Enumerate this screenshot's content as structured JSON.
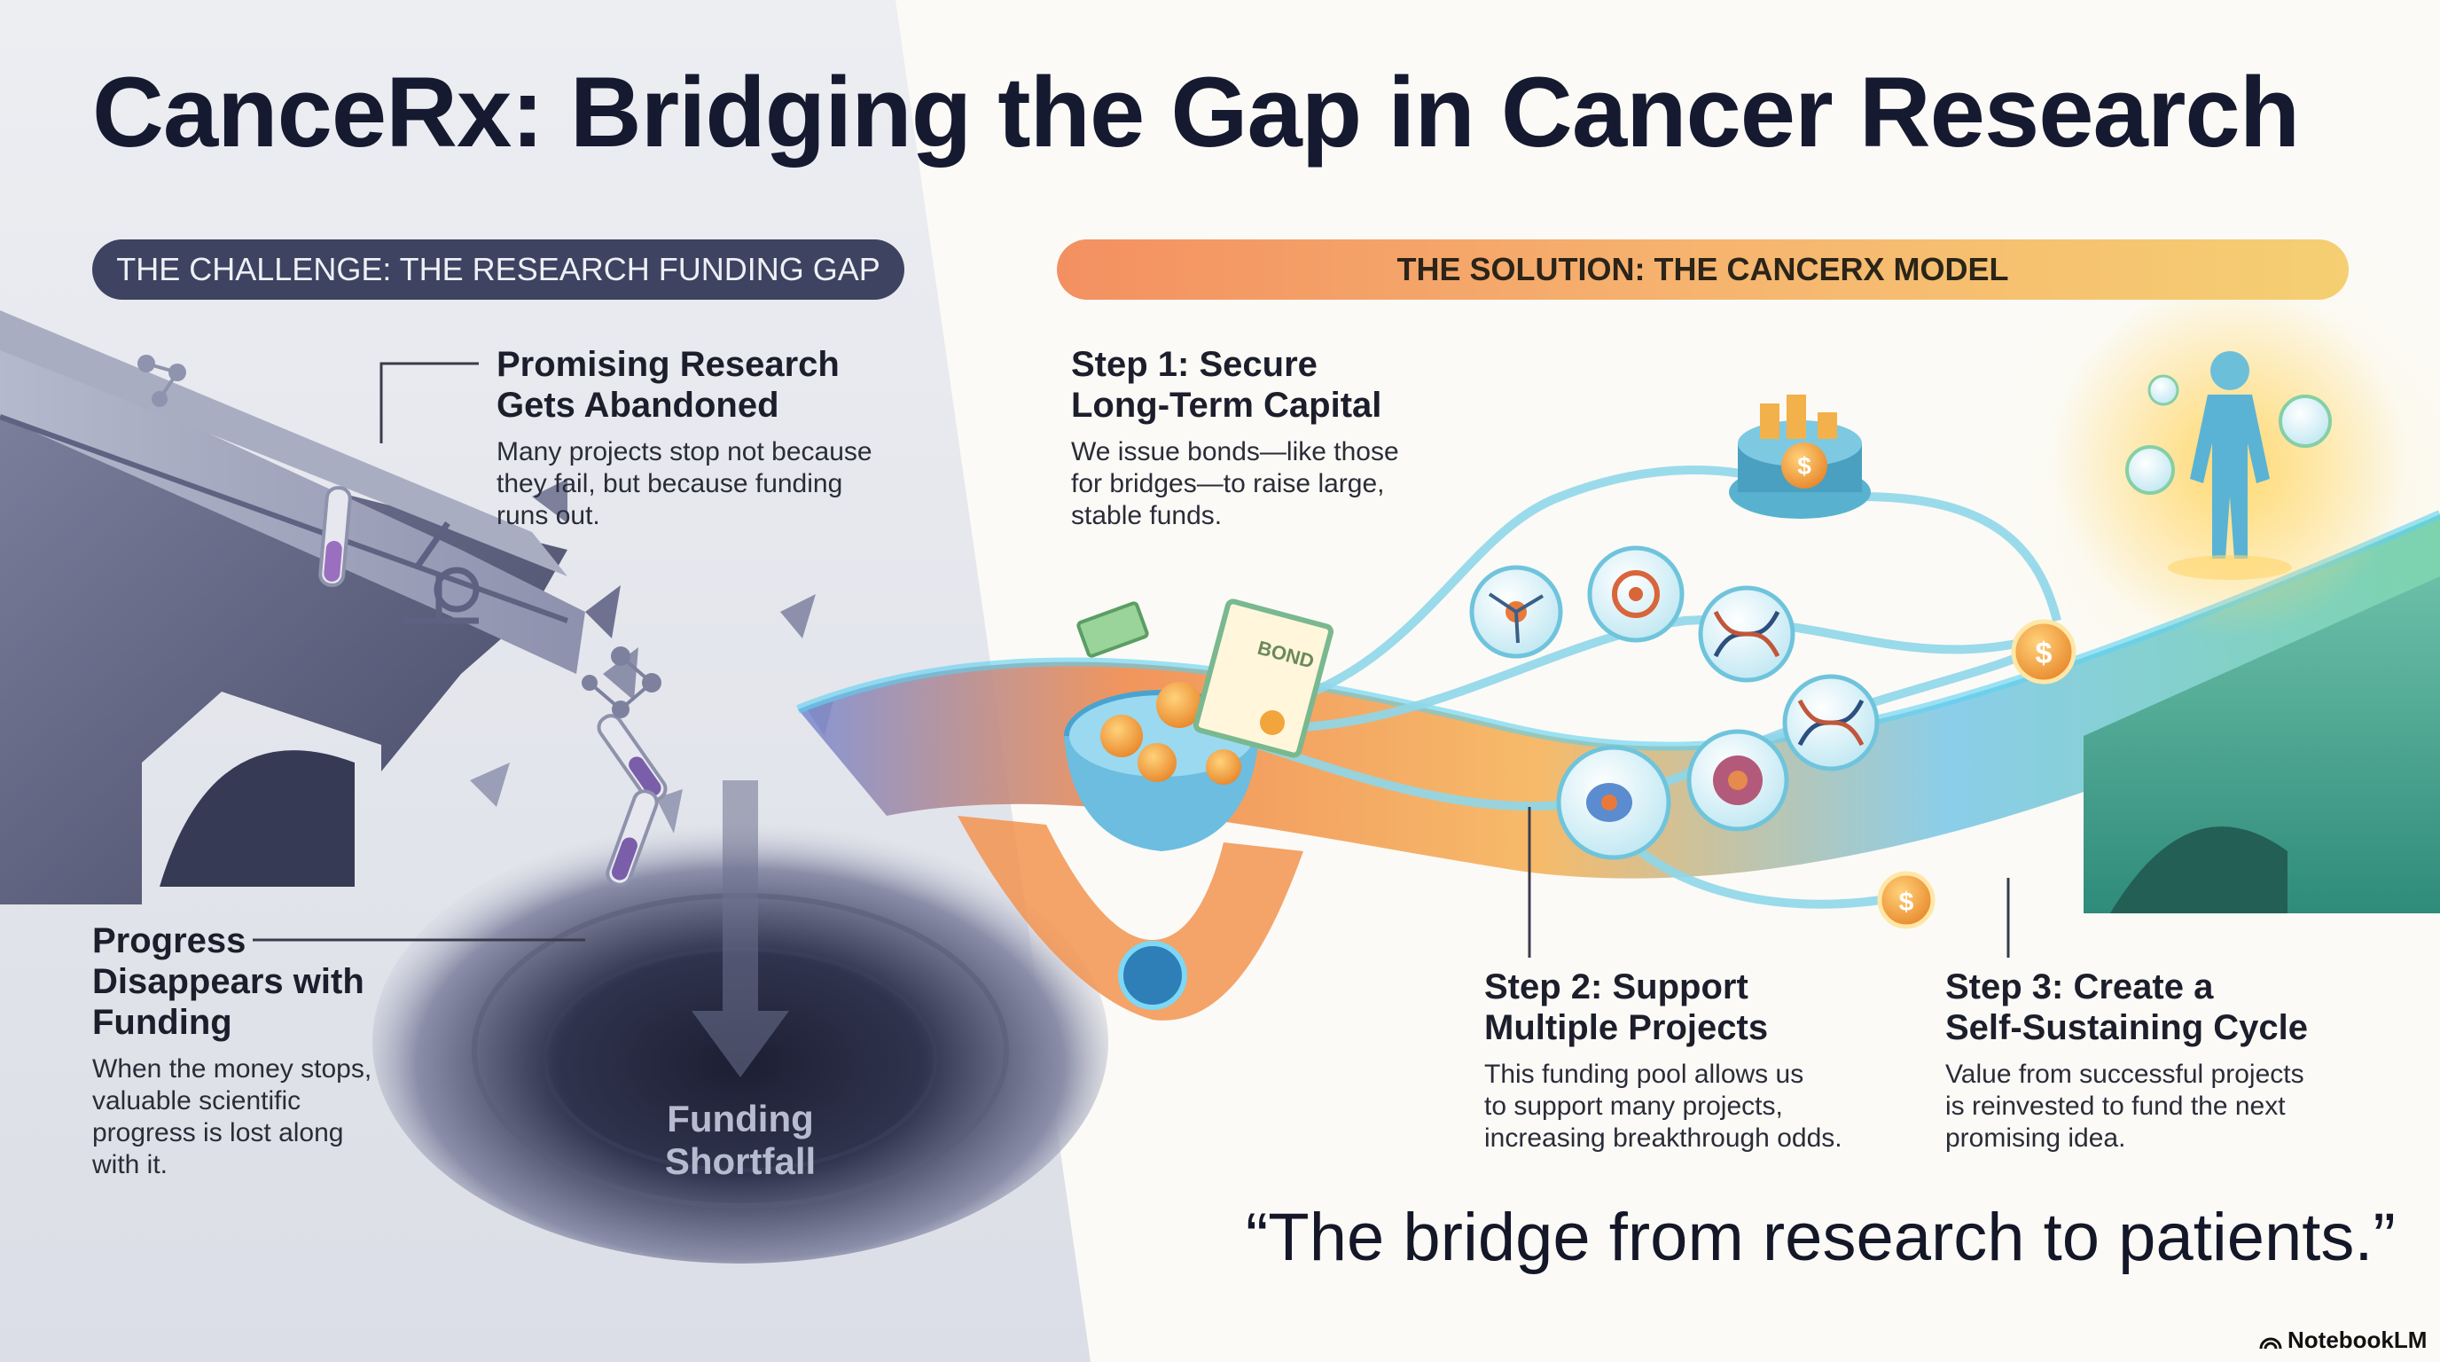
{
  "title": "CanceRx: Bridging the Gap in Cancer Research",
  "challenge": {
    "header": "THE CHALLENGE: THE RESEARCH FUNDING GAP",
    "abandoned": {
      "heading_line1": "Promising Research",
      "heading_line2": "Gets Abandoned",
      "body_line1": "Many projects stop not because",
      "body_line2": "they fail, but because funding",
      "body_line3": "runs out."
    },
    "progress": {
      "heading_line1": "Progress",
      "heading_line2": "Disappears with",
      "heading_line3": "Funding",
      "body_line1": "When the money stops,",
      "body_line2": "valuable scientific",
      "body_line3": "progress is lost along",
      "body_line4": "with it."
    },
    "hole_label_line1": "Funding",
    "hole_label_line2": "Shortfall"
  },
  "solution": {
    "header": "THE SOLUTION: THE CANCERX MODEL",
    "step1": {
      "heading_line1": "Step 1: Secure",
      "heading_line2": "Long-Term Capital",
      "body_line1": "We issue bonds—like those",
      "body_line2": "for bridges—to raise large,",
      "body_line3": "stable funds."
    },
    "step2": {
      "heading_line1": "Step 2: Support",
      "heading_line2": "Multiple Projects",
      "body_line1": "This funding pool allows us",
      "body_line2": "to support many projects,",
      "body_line3": "increasing breakthrough odds."
    },
    "step3": {
      "heading_line1": "Step 3: Create a",
      "heading_line2": "Self-Sustaining Cycle",
      "body_line1": "Value from successful projects",
      "body_line2": "is reinvested to fund the next",
      "body_line3": "promising idea."
    },
    "bond_text": "BOND",
    "coin_symbol": "$"
  },
  "quote": "“The bridge from research to patients.”",
  "brand": "NotebookLM",
  "colors": {
    "title": "#161a30",
    "challenge_pill": "#3d4360",
    "solution_pill_start": "#f39061",
    "solution_pill_end": "#f5cf72",
    "left_background": "#e4e5ec",
    "right_background": "#fbfaf6",
    "coin": "#f4a43a"
  }
}
